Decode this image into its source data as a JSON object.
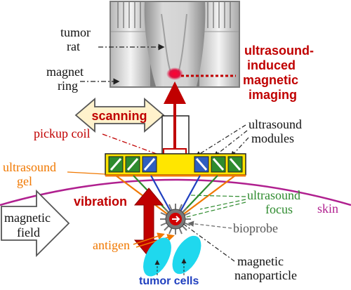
{
  "labels": {
    "tumor_rat": [
      "tumor",
      "rat"
    ],
    "magnet_ring": [
      "magnet",
      "ring"
    ],
    "umi": [
      "ultrasound-",
      "induced",
      "magnetic",
      "imaging"
    ],
    "scanning": "scanning",
    "pickup_coil": "pickup coil",
    "ultrasound_modules": [
      "ultrasound",
      "modules"
    ],
    "ultrasound_gel": [
      "ultrasound",
      "gel"
    ],
    "ultrasound_focus": [
      "ultrasound",
      "focus"
    ],
    "skin": "skin",
    "magnetic_field": [
      "magnetic",
      "field"
    ],
    "vibration": "vibration",
    "antigen": "antigen",
    "bioprobe": "bioprobe",
    "tumor_cells": "tumor cells",
    "magnetic_nanoparticle": [
      "magnetic",
      "nanoparticle"
    ]
  },
  "colors": {
    "red": "#c00000",
    "orange": "#f07800",
    "green": "#2e8b2e",
    "blue": "#1f3fbf",
    "magenta": "#b0208f",
    "cyan": "#1fd8ee",
    "yellow": "#ffe600",
    "scan_fill": "#fff2cc",
    "gray": "#555555"
  }
}
